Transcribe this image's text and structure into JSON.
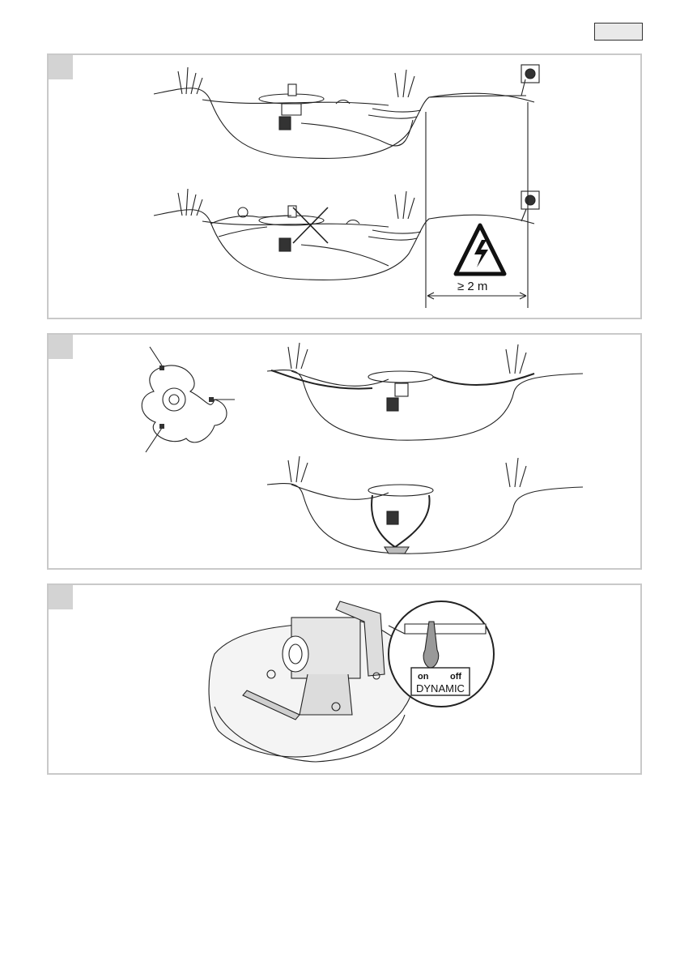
{
  "figure1": {
    "distance_label": "≥ 2 m",
    "warning_icon": "electric-hazard-icon",
    "prohibited_icon": "cross-out-icon"
  },
  "figure2": {
    "anchor_icon": "cable-anchor-icon"
  },
  "figure3": {
    "switch_on_label": "on",
    "switch_off_label": "off",
    "switch_name_label": "DYNAMIC"
  }
}
